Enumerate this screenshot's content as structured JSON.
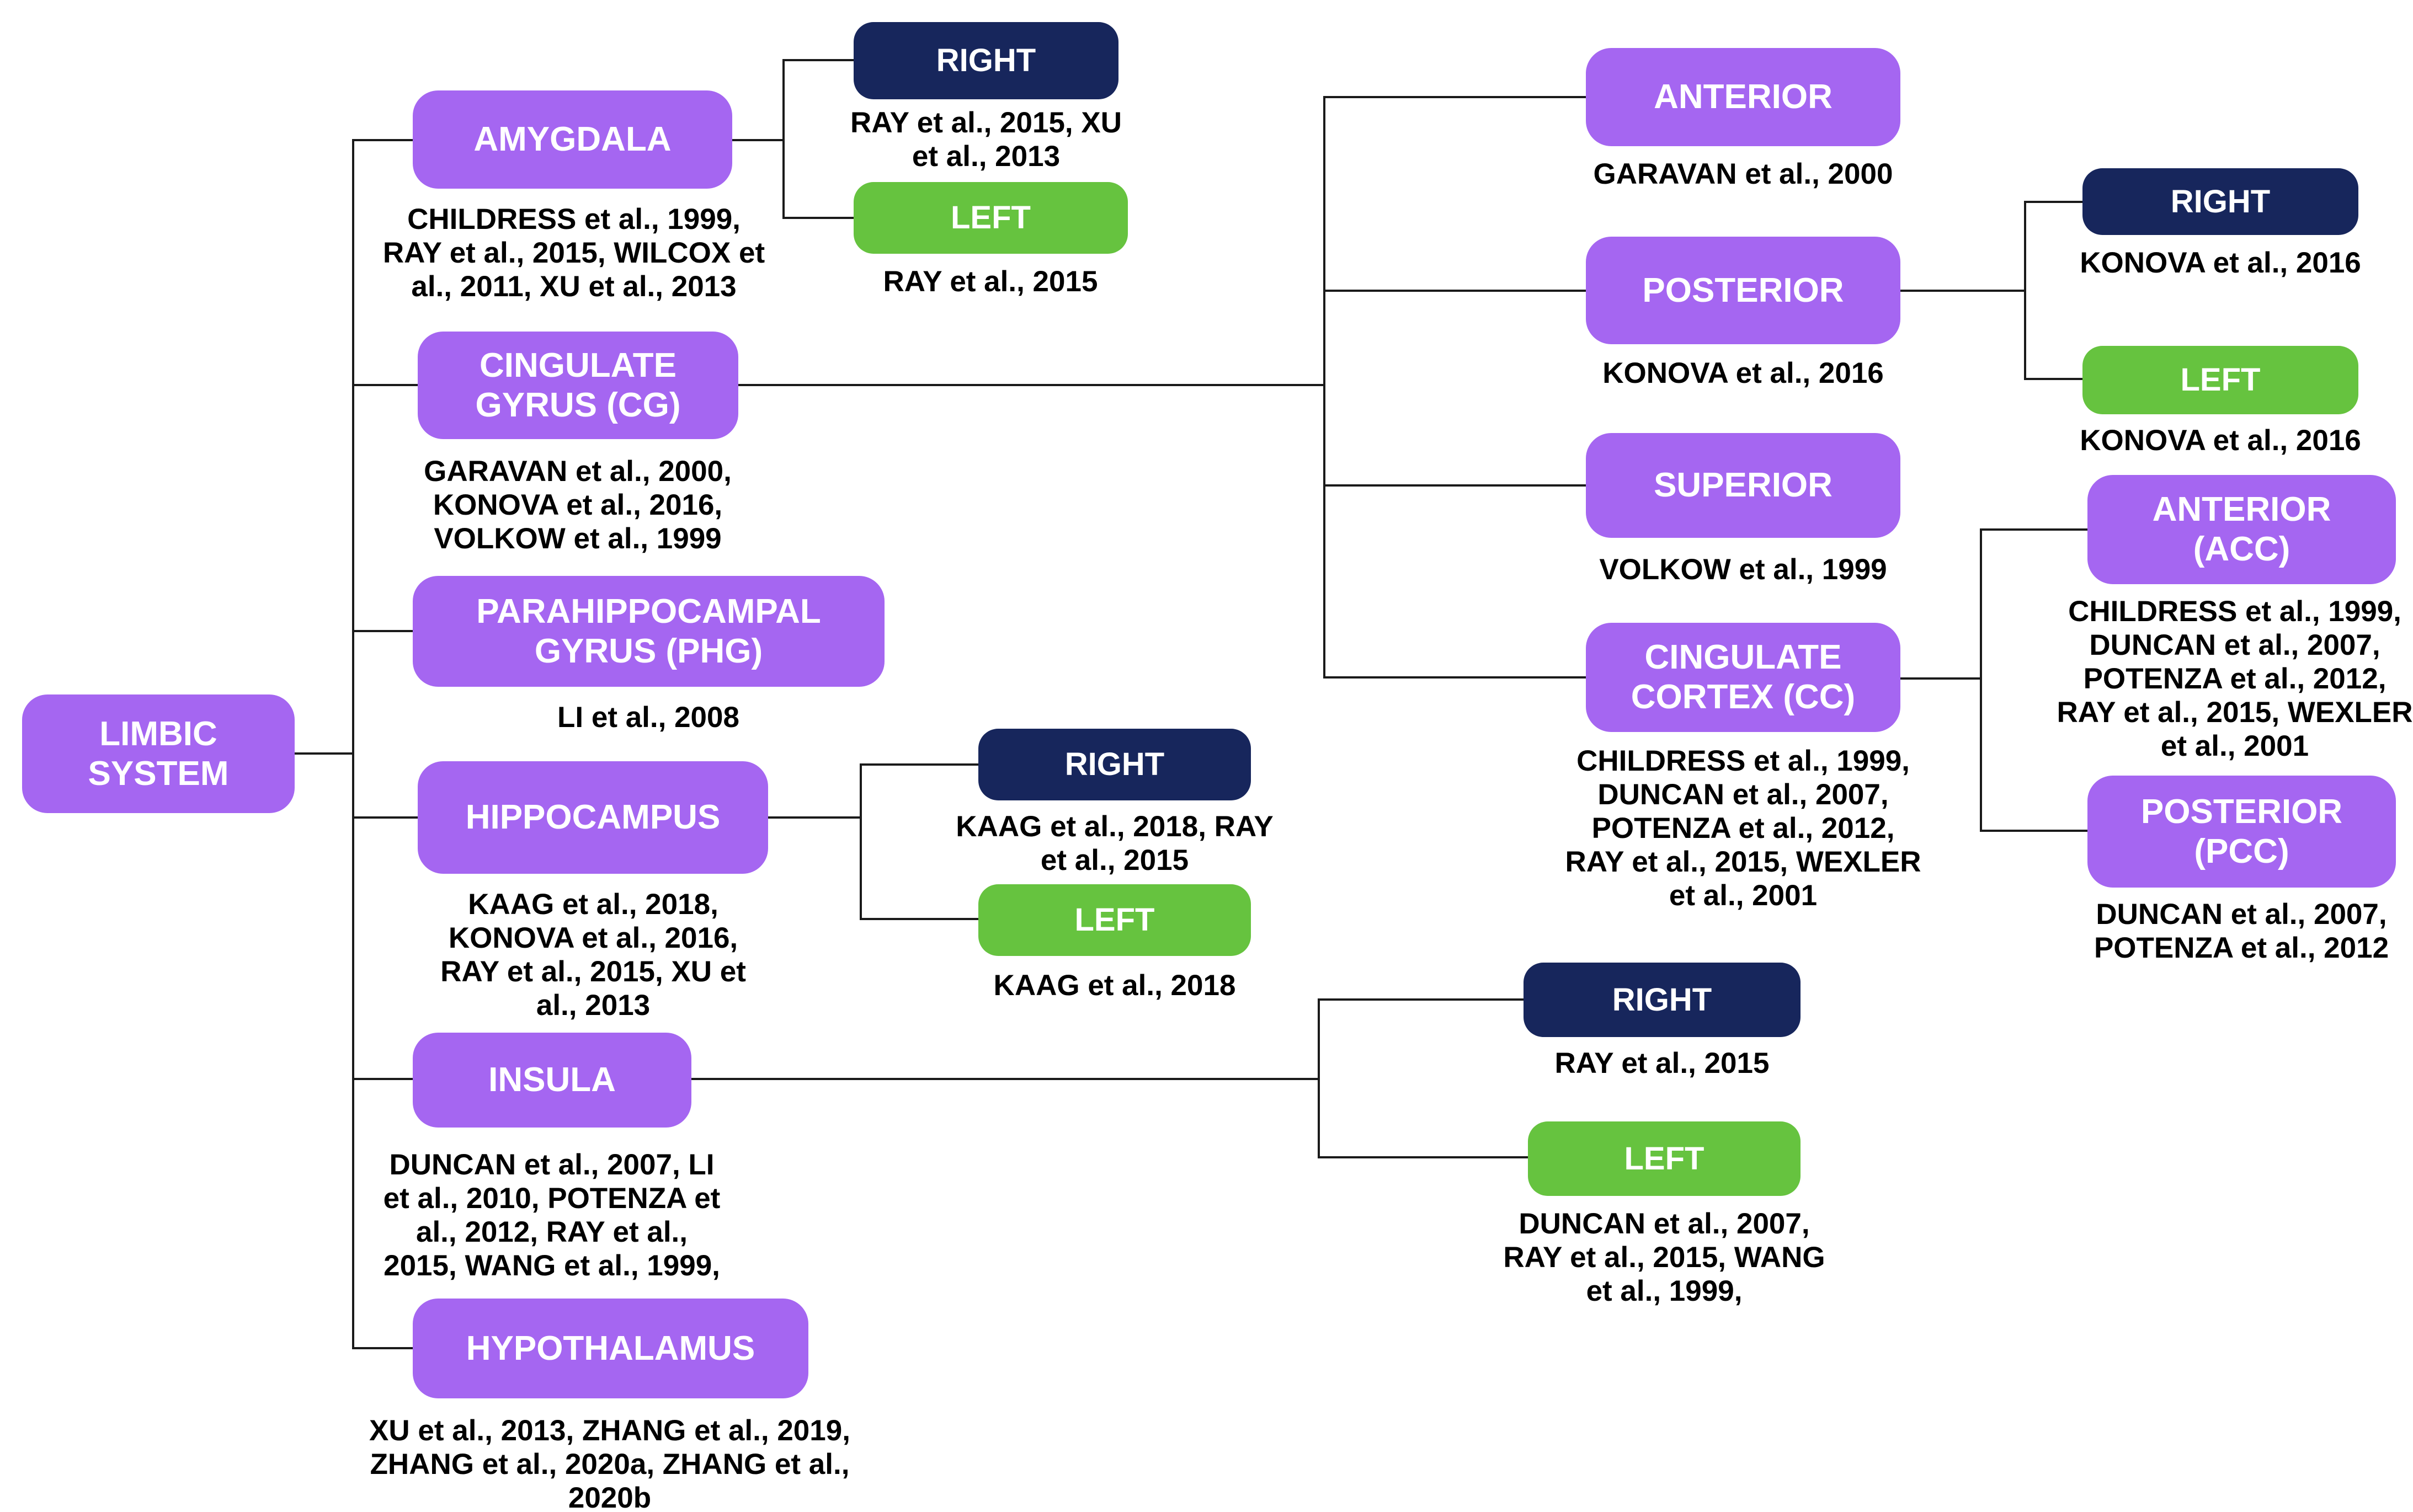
{
  "colors": {
    "background": "#FFFFFF",
    "node_purple": "#A566F1",
    "node_navy": "#17265C",
    "node_green": "#66C33F",
    "node_text": "#FFFFFF",
    "citation_text": "#000000",
    "connector": "#1A1A1A"
  },
  "nodes": {
    "limbic_system": {
      "label": [
        "LIMBIC",
        "SYSTEM"
      ]
    },
    "amygdala": {
      "label": "AMYGDALA",
      "citations": [
        "CHILDRESS et al., 1999,",
        "RAY et al., 2015, WILCOX et",
        "al., 2011, XU et al., 2013"
      ]
    },
    "amygdala_right": {
      "label": "RIGHT",
      "citations": [
        "RAY et al., 2015, XU",
        "et al., 2013"
      ]
    },
    "amygdala_left": {
      "label": "LEFT",
      "citations": [
        "RAY et al., 2015"
      ]
    },
    "cingulate_gyrus": {
      "label": [
        "CINGULATE",
        "GYRUS (CG)"
      ],
      "citations": [
        "GARAVAN et al., 2000,",
        "KONOVA et al., 2016,",
        "VOLKOW et al., 1999"
      ]
    },
    "cg_anterior": {
      "label": "ANTERIOR",
      "citations": [
        "GARAVAN et al., 2000"
      ]
    },
    "cg_posterior": {
      "label": "POSTERIOR",
      "citations": [
        "KONOVA et al., 2016"
      ]
    },
    "cg_posterior_right": {
      "label": "RIGHT",
      "citations": [
        "KONOVA et al., 2016"
      ]
    },
    "cg_posterior_left": {
      "label": "LEFT",
      "citations": [
        "KONOVA et al., 2016"
      ]
    },
    "cg_superior": {
      "label": "SUPERIOR",
      "citations": [
        "VOLKOW et al., 1999"
      ]
    },
    "cingulate_cortex": {
      "label": [
        "CINGULATE",
        "CORTEX (CC)"
      ],
      "citations": [
        "CHILDRESS et al., 1999,",
        "DUNCAN et al., 2007,",
        "POTENZA et al., 2012,",
        "RAY et al., 2015, WEXLER",
        "et al., 2001"
      ]
    },
    "cc_anterior_acc": {
      "label": [
        "ANTERIOR",
        "(ACC)"
      ],
      "citations": [
        "CHILDRESS et al., 1999,",
        "DUNCAN et al., 2007,",
        "POTENZA et al., 2012,",
        "RAY et al., 2015, WEXLER",
        "et al., 2001"
      ]
    },
    "cc_posterior_pcc": {
      "label": [
        "POSTERIOR",
        "(PCC)"
      ],
      "citations": [
        "DUNCAN et al., 2007,",
        "POTENZA et al., 2012"
      ]
    },
    "parahippocampal_gyrus": {
      "label": [
        "PARAHIPPOCAMPAL",
        "GYRUS (PHG)"
      ],
      "citations": [
        "LI et al., 2008"
      ]
    },
    "hippocampus": {
      "label": "HIPPOCAMPUS",
      "citations": [
        "KAAG et al., 2018,",
        "KONOVA et al., 2016,",
        "RAY et al., 2015, XU et",
        "al., 2013"
      ]
    },
    "hippocampus_right": {
      "label": "RIGHT",
      "citations": [
        "KAAG et al., 2018, RAY",
        "et al., 2015"
      ]
    },
    "hippocampus_left": {
      "label": "LEFT",
      "citations": [
        "KAAG et al., 2018"
      ]
    },
    "insula": {
      "label": "INSULA",
      "citations": [
        "DUNCAN et al., 2007, LI",
        "et al., 2010, POTENZA et",
        "al., 2012, RAY et al.,",
        "2015, WANG et al., 1999,"
      ]
    },
    "insula_right": {
      "label": "RIGHT",
      "citations": [
        "RAY et al., 2015"
      ]
    },
    "insula_left": {
      "label": "LEFT",
      "citations": [
        "DUNCAN et al., 2007,",
        "RAY et al., 2015, WANG",
        "et al., 1999,"
      ]
    },
    "hypothalamus": {
      "label": "HYPOTHALAMUS",
      "citations": [
        "XU et al., 2013, ZHANG et al., 2019,",
        "ZHANG et al., 2020a, ZHANG et al.,",
        "2020b"
      ]
    }
  }
}
